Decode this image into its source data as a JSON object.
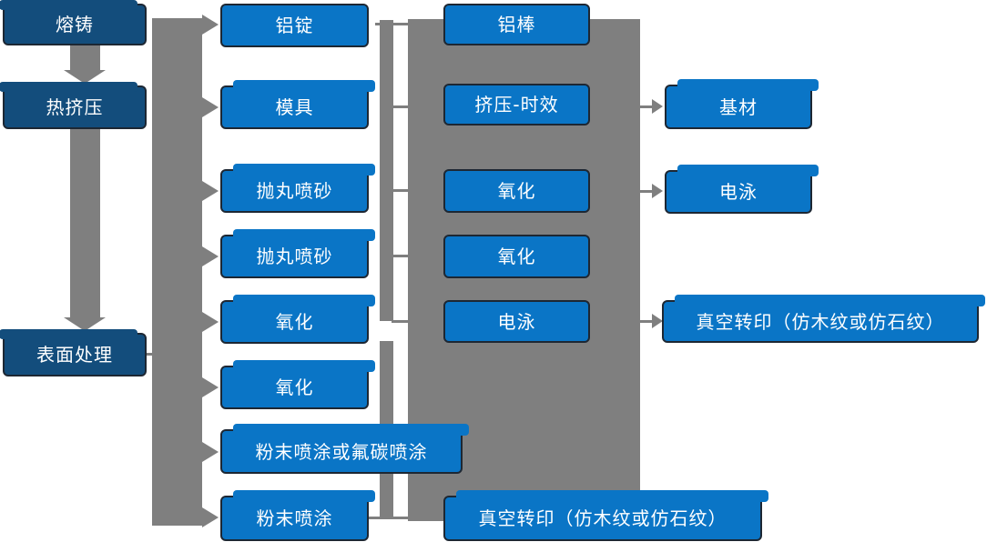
{
  "diagram": {
    "col_process": [
      "熔铸",
      "热挤压",
      "表面处理"
    ],
    "col_stage1": [
      "铝锭",
      "模具",
      "抛丸喷砂",
      "抛丸喷砂",
      "氧化",
      "氧化",
      "粉末喷涂或氟碳喷涂",
      "粉末喷涂"
    ],
    "col_stage2": [
      "铝棒",
      "挤压-时效",
      "氧化",
      "氧化",
      "电泳",
      "真空转印（仿木纹或仿石纹）"
    ],
    "col_stage3": [
      "基材",
      "电泳",
      "真空转印（仿木纹或仿石纹）"
    ],
    "colors": {
      "dark_blue": "#134d7c",
      "bright_blue": "#0a75c6",
      "connector_gray": "#7f7f7f",
      "text": "#ffffff",
      "background": "#ffffff"
    }
  }
}
